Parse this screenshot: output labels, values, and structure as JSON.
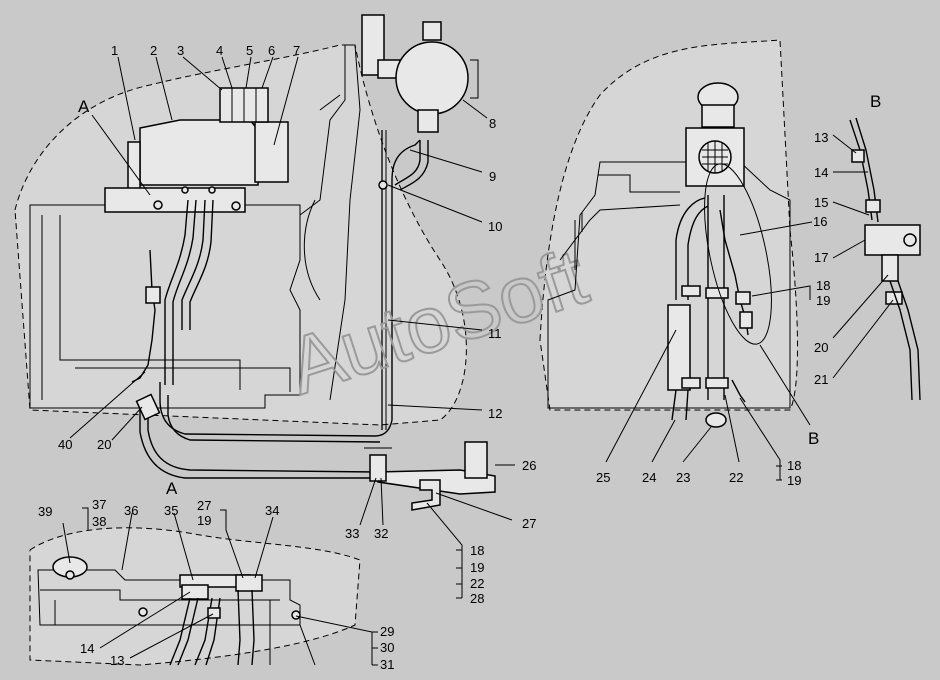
{
  "diagram": {
    "watermark": "AutoSoft",
    "views": {
      "A_main": "A",
      "A_detail": "A",
      "B_main": "B",
      "B_detail": "B"
    },
    "callouts": {
      "n1": "1",
      "n2": "2",
      "n3": "3",
      "n4": "4",
      "n5": "5",
      "n6": "6",
      "n7": "7",
      "n8": "8",
      "n9": "9",
      "n10": "10",
      "n11": "11",
      "n12": "12",
      "n20a": "20",
      "n40": "40",
      "n26": "26",
      "n27": "27",
      "n33": "33",
      "n32": "32",
      "g18a": "18",
      "g19a": "19",
      "g22a": "22",
      "g28a": "28",
      "n39": "39",
      "n37": "37",
      "n38": "38",
      "n36": "36",
      "n35": "35",
      "n27b": "27",
      "n19b": "19",
      "n34": "34",
      "n14a": "14",
      "n13a": "13",
      "g29": "29",
      "g30": "30",
      "g31": "31",
      "n16": "16",
      "g18b": "18",
      "g19b": "19",
      "n25": "25",
      "n24": "24",
      "n23": "23",
      "n22": "22",
      "g18c": "18",
      "g19c": "19",
      "n13b": "13",
      "n14b": "14",
      "n15": "15",
      "n17": "17",
      "n20b": "20",
      "n21": "21"
    }
  }
}
